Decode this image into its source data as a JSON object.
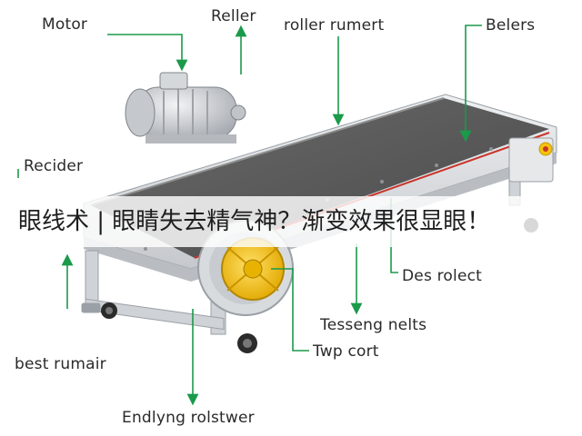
{
  "labels": {
    "motor": "Motor",
    "reller": "Reller",
    "roller_rumert": "roller rumert",
    "belers": "Belers",
    "recider": "Recider",
    "des_rolect": "Des rolect",
    "tesseng_nelts": "Tesseng nelts",
    "twp_cort": "Twp cort",
    "best_rumair": "best rumair",
    "endlyng_rolstwer": "Endlyng rolstwer"
  },
  "banner": {
    "text": "眼线术 | 眼睛失去精气神？渐变效果很显眼！"
  },
  "colors": {
    "callout_line": "#1a9a4a",
    "belt": "#5b5b5b",
    "frame": "#d6d8dc",
    "motor_cap": "#f4c20d",
    "accent_red": "#c9352b"
  }
}
